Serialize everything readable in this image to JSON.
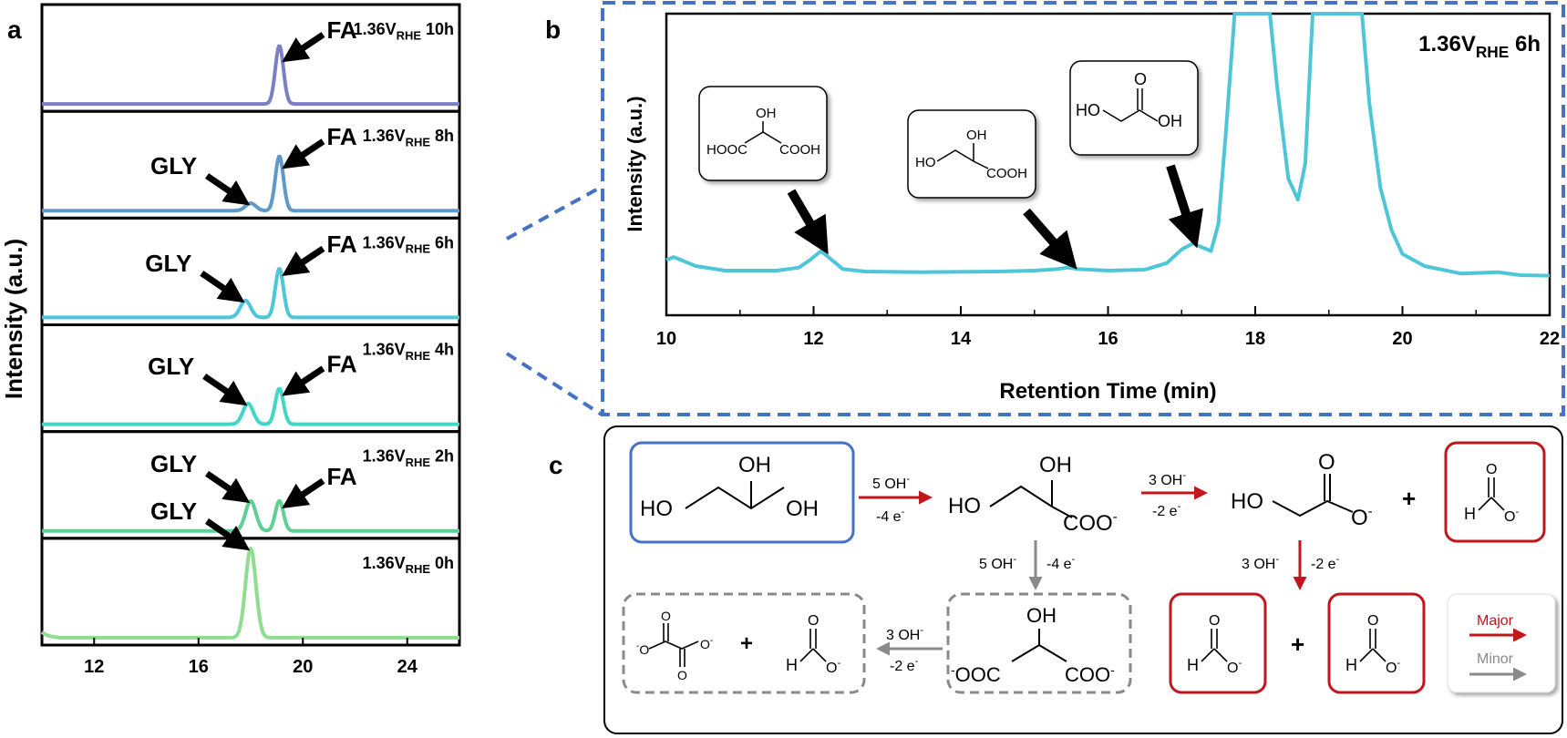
{
  "figure": {
    "panel_labels": {
      "a": "a",
      "b": "b",
      "c": "c"
    }
  },
  "chart_data": [
    {
      "panel": "a",
      "type": "line",
      "ylabel": "Intensity (a.u.)",
      "xlabel": "",
      "xlim": [
        10,
        26
      ],
      "x_ticks": [
        12,
        16,
        20,
        24
      ],
      "stacked_traces": [
        {
          "label_prefix": "1.36V",
          "label_sub": "RHE",
          "label_suffix": " 10h",
          "color": "#7b7fc4",
          "baseline": 0.02,
          "peaks": [
            {
              "name": "FA",
              "x": 19.1,
              "height": 0.62
            }
          ]
        },
        {
          "label_prefix": "1.36V",
          "label_sub": "RHE",
          "label_suffix": " 8h",
          "color": "#5f99c9",
          "baseline": 0.02,
          "peaks": [
            {
              "name": "GLY",
              "x": 18.0,
              "height": 0.08
            },
            {
              "name": "FA",
              "x": 19.1,
              "height": 0.58
            }
          ]
        },
        {
          "label_prefix": "1.36V",
          "label_sub": "RHE",
          "label_suffix": " 6h",
          "color": "#4fc6d8",
          "baseline": 0.02,
          "peaks": [
            {
              "name": "GLY",
              "x": 17.8,
              "height": 0.18
            },
            {
              "name": "FA",
              "x": 19.1,
              "height": 0.52
            }
          ]
        },
        {
          "label_prefix": "1.36V",
          "label_sub": "RHE",
          "label_suffix": " 4h",
          "color": "#43d6c6",
          "baseline": 0.02,
          "peaks": [
            {
              "name": "GLY",
              "x": 17.9,
              "height": 0.22
            },
            {
              "name": "FA",
              "x": 19.1,
              "height": 0.38
            }
          ]
        },
        {
          "label_prefix": "1.36V",
          "label_sub": "RHE",
          "label_suffix": " 2h",
          "color": "#5fcf95",
          "baseline": 0.02,
          "peaks": [
            {
              "name": "GLY",
              "x": 18.0,
              "height": 0.32
            },
            {
              "name": "FA",
              "x": 19.1,
              "height": 0.32
            }
          ]
        },
        {
          "label_prefix": "1.36V",
          "label_sub": "RHE",
          "label_suffix": " 0h",
          "color": "#8fdd8f",
          "baseline": 0.02,
          "peaks": [
            {
              "name": "GLY",
              "x": 18.0,
              "height": 0.95
            }
          ]
        }
      ],
      "annotations": {
        "FA": "FA",
        "GLY": "GLY"
      }
    },
    {
      "panel": "b",
      "type": "line",
      "title_prefix": "1.36V",
      "title_sub": "RHE",
      "title_suffix": " 6h",
      "xlabel": "Retention Time (min)",
      "ylabel": "Intensity (a.u.)",
      "xlim": [
        10,
        22
      ],
      "x_ticks": [
        10,
        12,
        14,
        16,
        18,
        20,
        22
      ],
      "ylim": [
        0,
        1
      ],
      "color": "#4fc6d8",
      "points": [
        [
          10.0,
          0.18
        ],
        [
          10.1,
          0.19
        ],
        [
          10.2,
          0.18
        ],
        [
          10.4,
          0.16
        ],
        [
          10.8,
          0.145
        ],
        [
          11.5,
          0.145
        ],
        [
          11.8,
          0.155
        ],
        [
          11.95,
          0.18
        ],
        [
          12.1,
          0.21
        ],
        [
          12.25,
          0.18
        ],
        [
          12.4,
          0.15
        ],
        [
          12.7,
          0.142
        ],
        [
          13.5,
          0.14
        ],
        [
          14.5,
          0.142
        ],
        [
          15.0,
          0.145
        ],
        [
          15.3,
          0.15
        ],
        [
          15.45,
          0.155
        ],
        [
          15.6,
          0.15
        ],
        [
          16.0,
          0.145
        ],
        [
          16.5,
          0.148
        ],
        [
          16.8,
          0.17
        ],
        [
          17.0,
          0.215
        ],
        [
          17.15,
          0.235
        ],
        [
          17.3,
          0.22
        ],
        [
          17.4,
          0.21
        ],
        [
          17.5,
          0.3
        ],
        [
          17.6,
          0.6
        ],
        [
          17.72,
          1.0
        ],
        [
          18.2,
          1.0
        ],
        [
          18.3,
          0.75
        ],
        [
          18.45,
          0.45
        ],
        [
          18.58,
          0.38
        ],
        [
          18.68,
          0.5
        ],
        [
          18.78,
          1.0
        ],
        [
          19.45,
          1.0
        ],
        [
          19.55,
          0.7
        ],
        [
          19.7,
          0.42
        ],
        [
          19.85,
          0.28
        ],
        [
          20.0,
          0.2
        ],
        [
          20.3,
          0.16
        ],
        [
          20.8,
          0.135
        ],
        [
          21.3,
          0.14
        ],
        [
          21.6,
          0.13
        ],
        [
          22.0,
          0.128
        ]
      ],
      "structures": [
        {
          "name": "tartronic-acid",
          "labels": {
            "oh": "OH",
            "left": "HOOC",
            "right": "COOH"
          },
          "points_to_x": 12.1
        },
        {
          "name": "glyceric-acid",
          "labels": {
            "oh": "OH",
            "left": "HO",
            "right": "COOH"
          },
          "points_to_x": 15.45
        },
        {
          "name": "glycolic-acid",
          "labels": {
            "oh": "OH",
            "left": "HO",
            "o": "O"
          },
          "points_to_x": 17.15
        }
      ]
    }
  ],
  "scheme": {
    "panel": "c",
    "glycerol": {
      "oh_top": "OH",
      "ho_left": "HO",
      "oh_right": "OH"
    },
    "step1": {
      "top": "5 OH",
      "sup_top": "-",
      "bottom": "-4 e",
      "sup_bottom": "-"
    },
    "glycerate": {
      "oh_top": "OH",
      "ho_left": "HO",
      "coo": "COO",
      "sup": "-"
    },
    "step2": {
      "top": "3 OH",
      "sup_top": "-",
      "bottom": "-2 e",
      "sup_bottom": "-"
    },
    "glycolate": {
      "ho_left": "HO",
      "o_top": "O",
      "o_minus": "O",
      "sup": "-"
    },
    "plus": "+",
    "formate": {
      "h": "H",
      "o_top": "O",
      "o_minus": "O",
      "sup": "-"
    },
    "step3": {
      "left": "3 OH",
      "sup_left": "-",
      "right": "-2 e",
      "sup_right": "-"
    },
    "step_minor1": {
      "left": "5 OH",
      "sup_left": "-",
      "right": "-4 e",
      "sup_right": "-"
    },
    "tartronate": {
      "oh_top": "OH",
      "left": "OOC",
      "right": "COO",
      "sup": "-"
    },
    "step_minor2": {
      "top": "3 OH",
      "sup_top": "-",
      "bottom": "-2 e",
      "sup_bottom": "-"
    },
    "oxalate": {
      "o": "O",
      "sup": "-"
    },
    "legend": {
      "major": "Major",
      "minor": "Minor"
    },
    "colors": {
      "major": "#c0161c",
      "minor": "#8a8a8a",
      "glycerol_box": "#4472c4",
      "product_box": "#c0161c",
      "minor_box": "#8a8a8a",
      "zoom": "#4472c4"
    }
  }
}
